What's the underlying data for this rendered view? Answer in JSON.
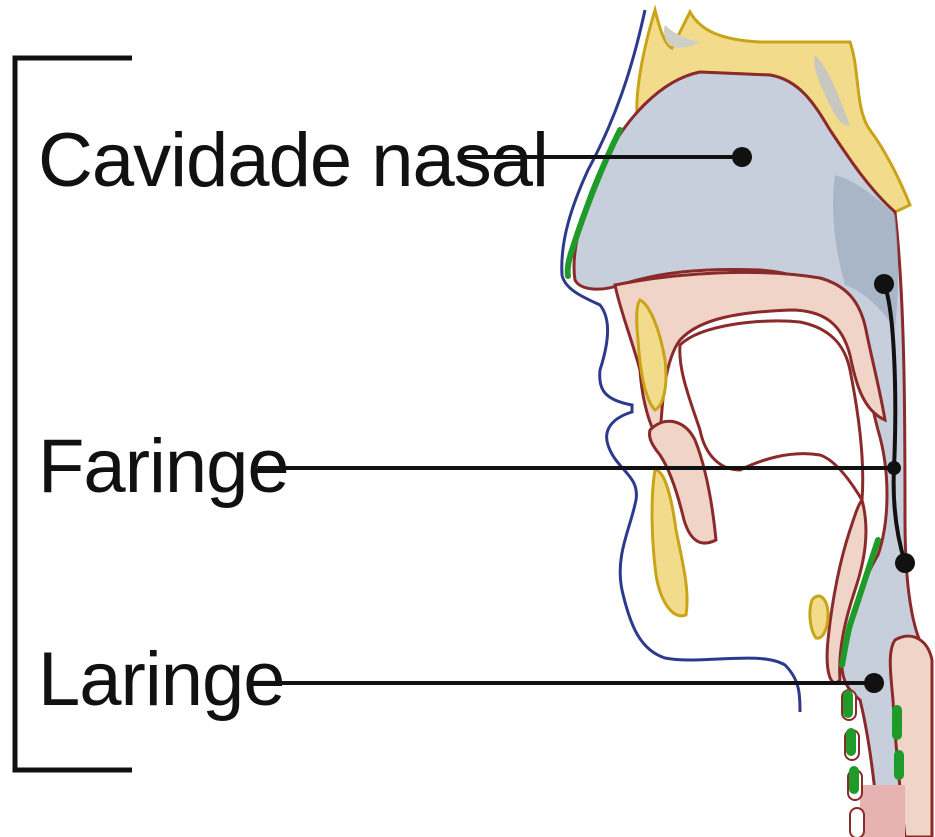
{
  "labels": {
    "nasal_cavity": "Cavidade nasal",
    "pharynx": "Faringe",
    "larynx": "Laringe"
  },
  "colors": {
    "background": "#ffffff",
    "line": "#111111",
    "airway_fill": "#c7cfdc",
    "airway_shadow": "#9fadc2",
    "bone_fill": "#f2dc8c",
    "bone_outline": "#c9a419",
    "tissue_fill": "#f0d4c8",
    "tissue_outline": "#8a2a2a",
    "skin_outline": "#2d3a8c",
    "mucosa_green": "#1f9b2a",
    "trachea_pink": "#e7b2b2"
  },
  "icons": {
    "pointer_dot": "filled-circle"
  }
}
